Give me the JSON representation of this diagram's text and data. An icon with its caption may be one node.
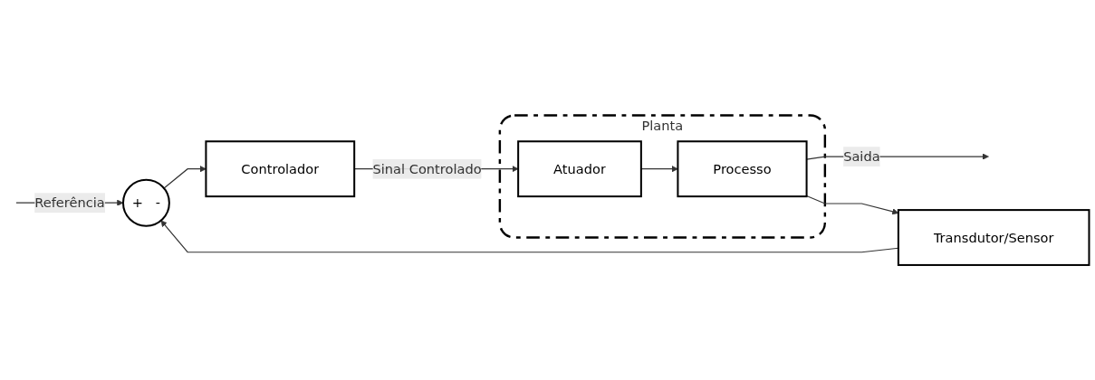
{
  "diagram": {
    "nodes": [
      {
        "text": [
          "+",
          "-"
        ]
      },
      {
        "text": [
          "Controlador"
        ]
      },
      {
        "text": [
          "Planta"
        ]
      },
      {
        "text": [
          "Atuador"
        ],
        "in": 2
      },
      {
        "text": [
          "Processo"
        ],
        "in": 2
      },
      {
        "text": [
          "Transdutor/Sensor"
        ]
      }
    ],
    "edges": [
      {
        "from": null,
        "to": 0,
        "arrow": "to",
        "label": "Referência"
      },
      {
        "from": 0,
        "to": 1,
        "arrow": "to"
      },
      {
        "from": 1,
        "to": 3,
        "arrow": "to",
        "label": "Sinal Controlado"
      },
      {
        "from": 3,
        "to": 4,
        "arrow": "to"
      },
      {
        "from": 4,
        "to": null,
        "arrow": "to",
        "label": "Saida"
      },
      {
        "from": 4,
        "to": 5,
        "arrow": "to"
      },
      {
        "from": 5,
        "to": 0,
        "arrow": "to"
      }
    ]
  }
}
